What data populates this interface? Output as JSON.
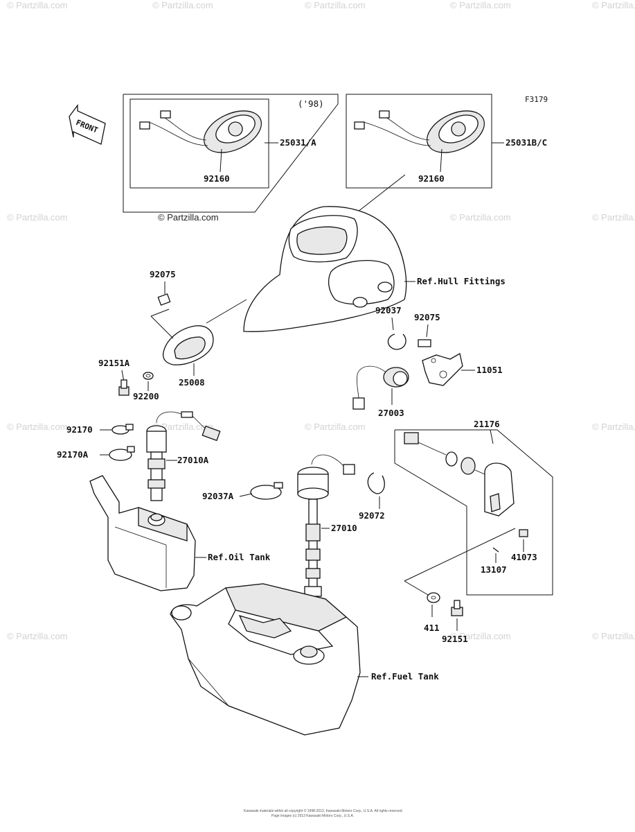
{
  "figure_code": "F3179",
  "front_label": "FRONT",
  "year_note": "('98)",
  "copyright_mark": "© Partzilla.com",
  "watermark_text": "© Partzilla.com",
  "footer_lines": [
    "Kawasaki materials within all copyright © 1998-2013, Kawasaki Motors Corp., U.S.A. All rights reserved.",
    "Page images (c) 2013 Kawasaki Motors Corp., U.S.A."
  ],
  "part_labels": {
    "p25031a": "25031/A",
    "p92160a": "92160",
    "p25031bc": "25031B/C",
    "p92160b": "92160",
    "p92075a": "92075",
    "p92151a": "92151A",
    "p92200": "92200",
    "p25008": "25008",
    "p92037": "92037",
    "p92075b": "92075",
    "p11051": "11051",
    "p27003": "27003",
    "p92170": "92170",
    "p92170a": "92170A",
    "p27010a": "27010A",
    "p21176": "21176",
    "p92037a": "92037A",
    "p92072": "92072",
    "p27010": "27010",
    "p41073": "41073",
    "p13107": "13107",
    "p411": "411",
    "p92151": "92151"
  },
  "ref_labels": {
    "hull": "Ref.Hull Fittings",
    "oil": "Ref.Oil Tank",
    "fuel": "Ref.Fuel Tank"
  }
}
